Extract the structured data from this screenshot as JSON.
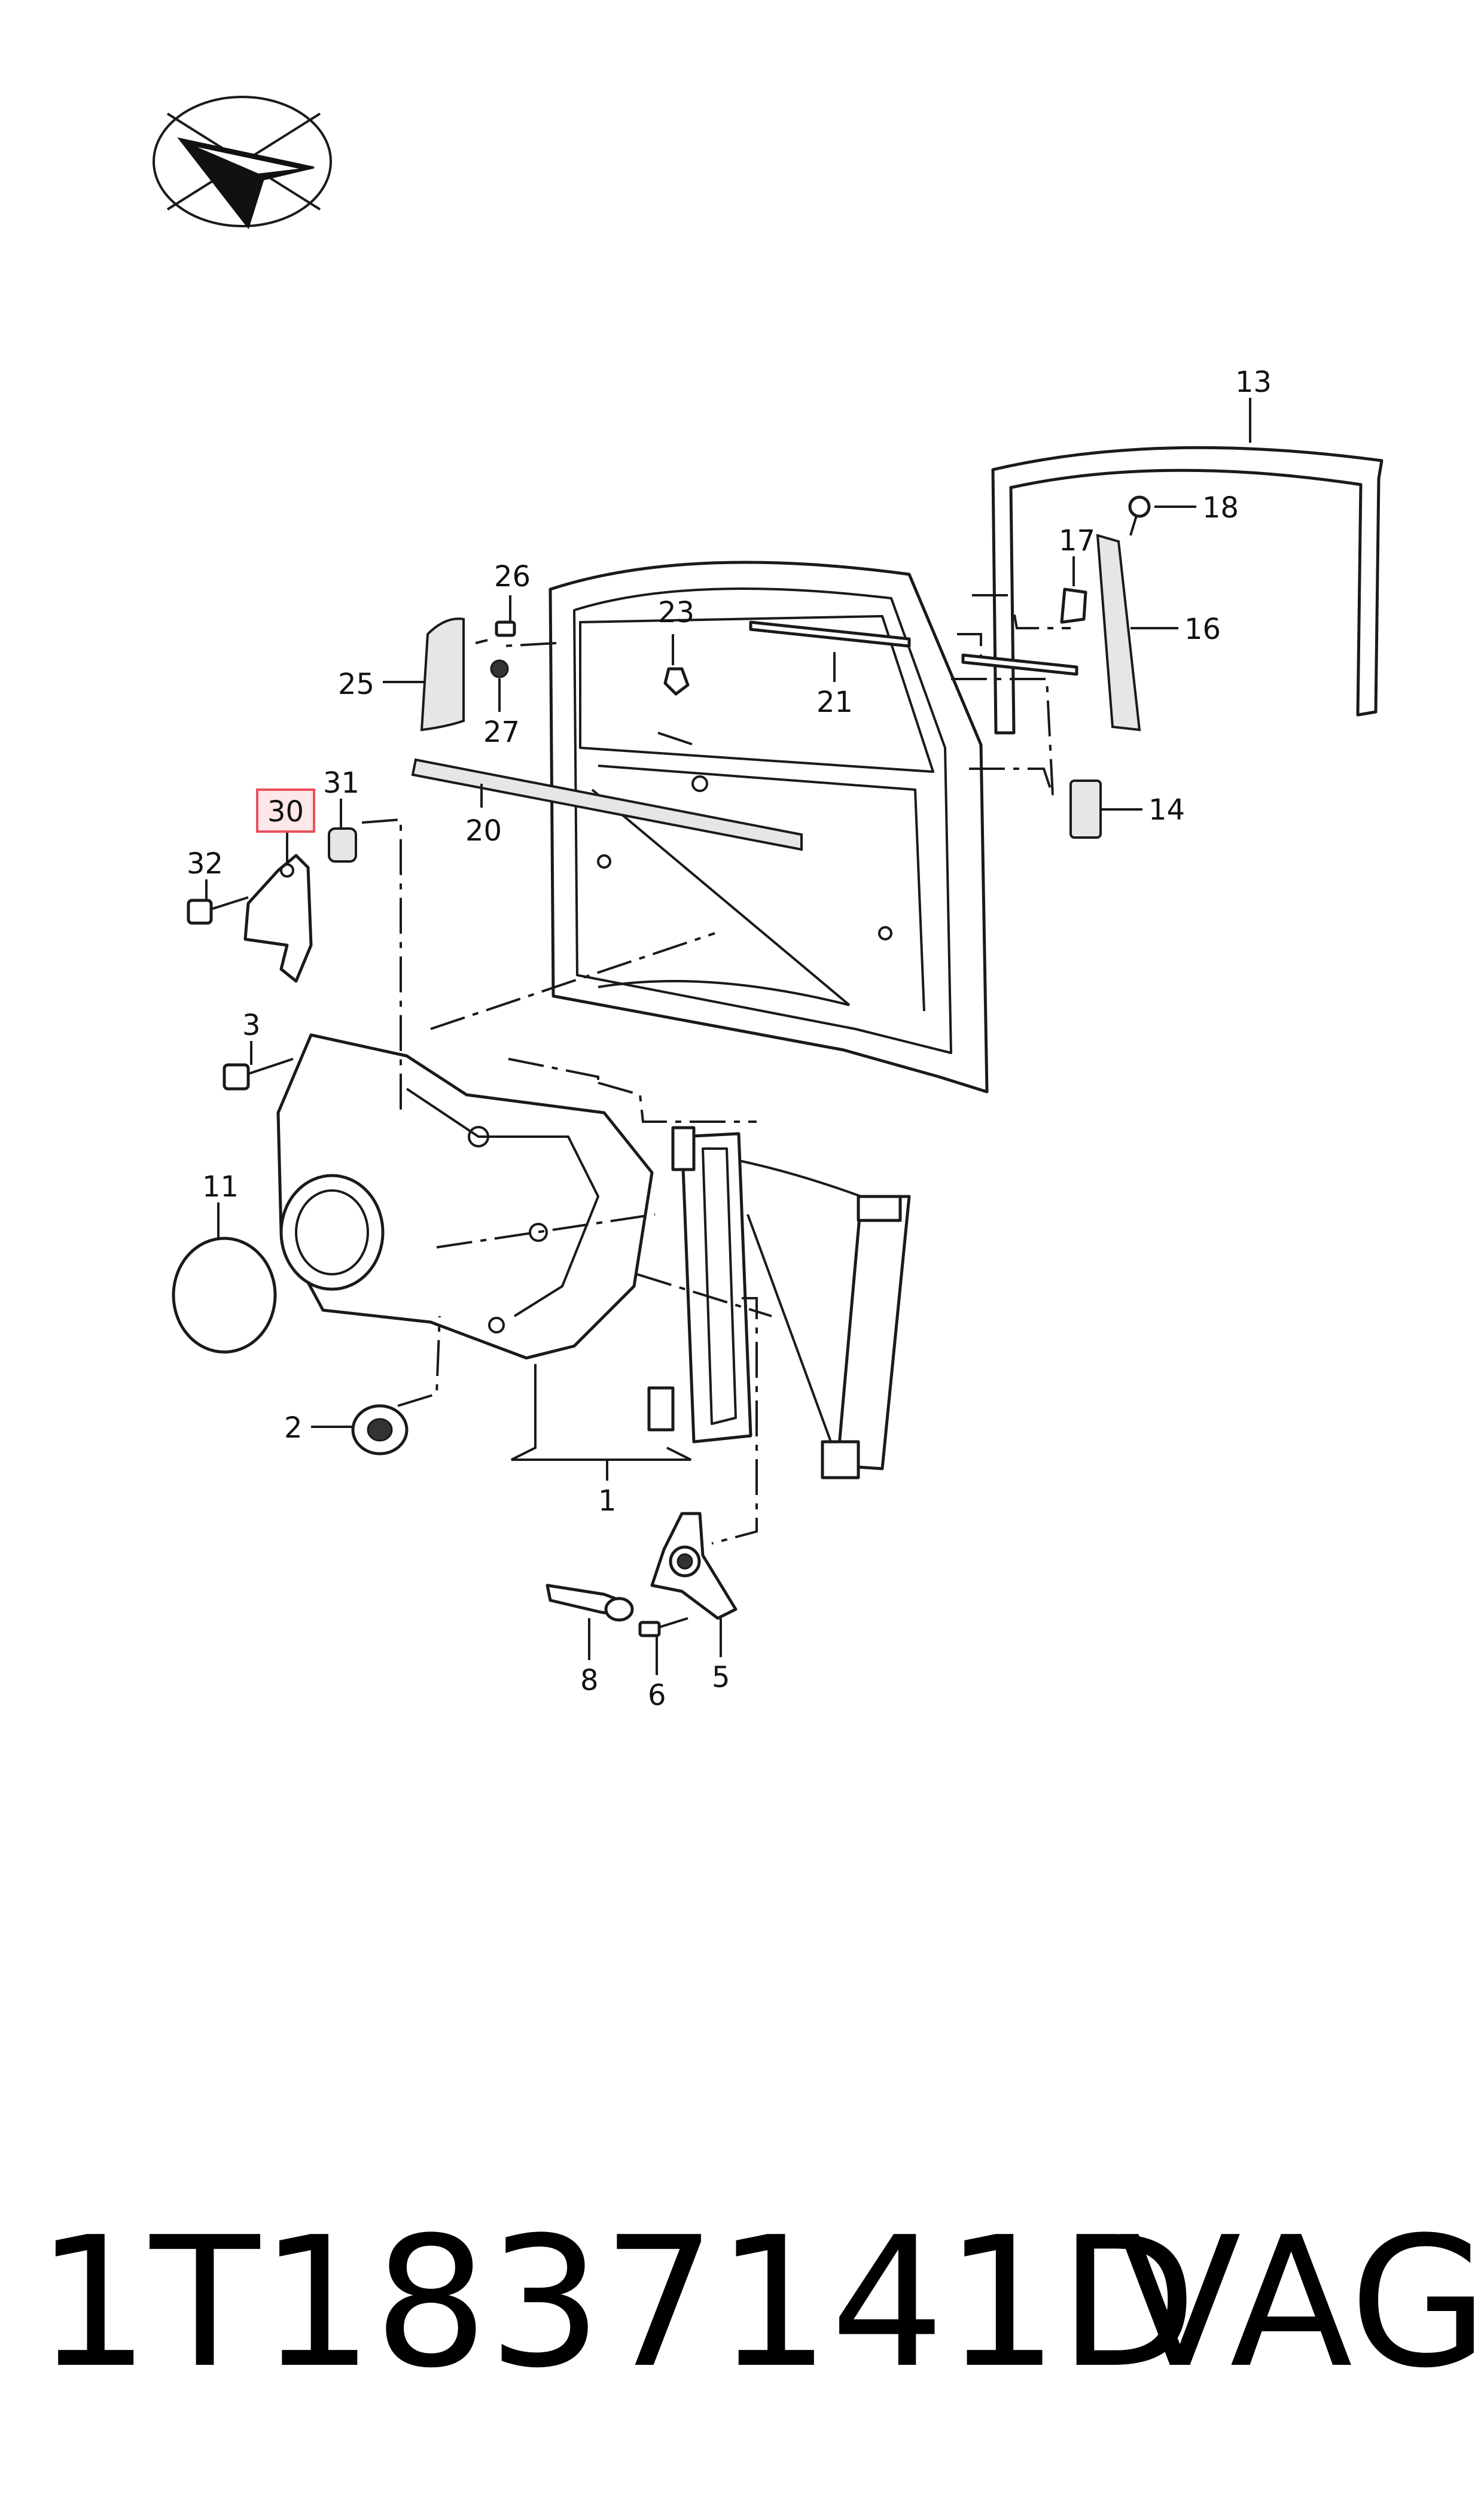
{
  "callouts": {
    "c1": "1",
    "c2": "2",
    "c3": "3",
    "c5": "5",
    "c6": "6",
    "c8": "8",
    "c11": "11",
    "c13": "13",
    "c14": "14",
    "c16": "16",
    "c17": "17",
    "c18": "18",
    "c20": "20",
    "c21": "21",
    "c23": "23",
    "c25": "25",
    "c26": "26",
    "c27": "27",
    "c30": "30",
    "c31": "31",
    "c32": "32"
  },
  "highlighted_callout": "30",
  "highlight_color": "#e8505b",
  "footer": {
    "part_number": "1T1837141D",
    "manufacturer": "VAG"
  }
}
